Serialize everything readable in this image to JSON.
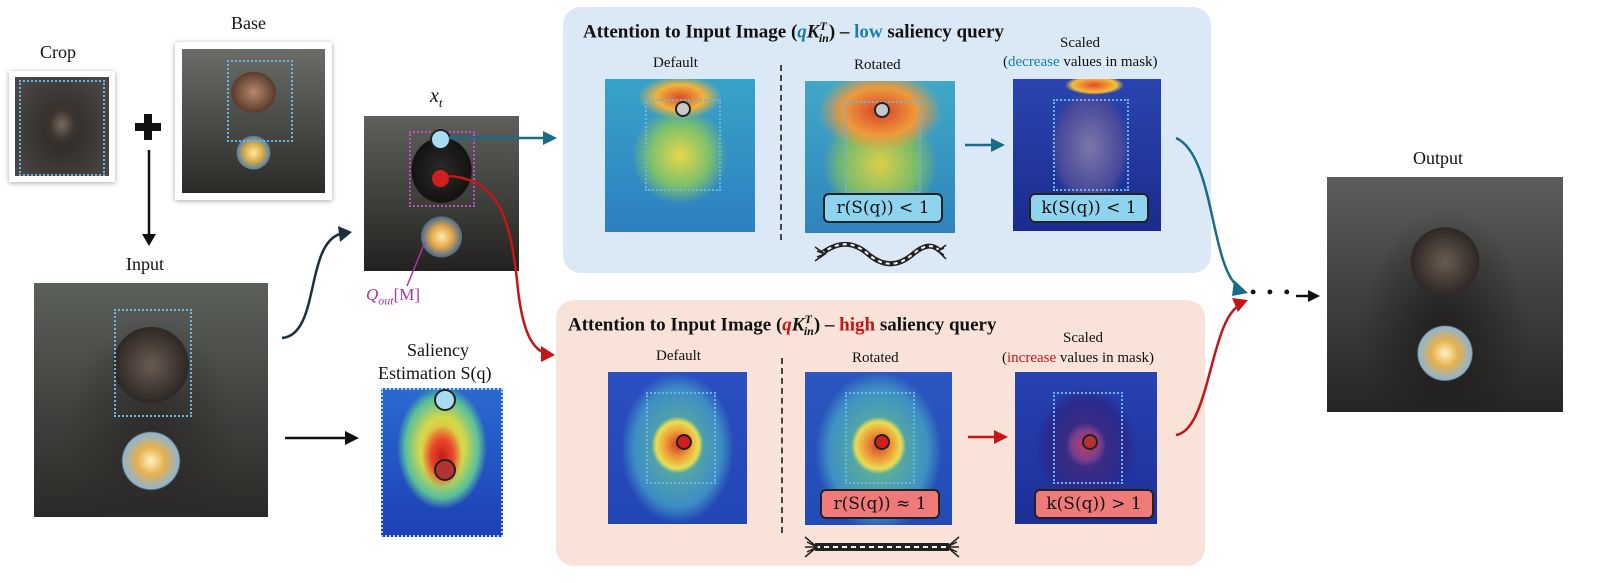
{
  "labels": {
    "crop": "Crop",
    "base": "Base",
    "input": "Input",
    "x_t": "x",
    "x_t_sub": "t",
    "q_out": "Q",
    "q_out_sub": "out",
    "q_out_suffix": "[M]",
    "saliency_line1": "Saliency",
    "saliency_line2": "Estimation S(q)",
    "output": "Output",
    "ellipsis": "• • •"
  },
  "panel_low": {
    "title_prefix": "Attention to Input Image (",
    "title_q": "q",
    "title_k": "K",
    "title_k_sup": "T",
    "title_k_sub": "in",
    "title_mid": ") – ",
    "title_keyword": "low",
    "title_suffix": " saliency query",
    "default_label": "Default",
    "rotated_label": "Rotated",
    "scaled_line1": "Scaled",
    "scaled_open": "(",
    "scaled_keyword": "decrease",
    "scaled_rest": " values in mask)",
    "formula_rotated": "r(S(q)) < 1",
    "formula_scaled": "k(S(q)) < 1"
  },
  "panel_high": {
    "title_prefix": "Attention to Input Image (",
    "title_q": "q",
    "title_k": "K",
    "title_k_sup": "T",
    "title_k_sub": "in",
    "title_mid": ") – ",
    "title_keyword": "high",
    "title_suffix": " saliency query",
    "default_label": "Default",
    "rotated_label": "Rotated",
    "scaled_line1": "Scaled",
    "scaled_open": "(",
    "scaled_keyword": "increase",
    "scaled_rest": " values in mask)",
    "formula_rotated": "r(S(q)) ≈ 1",
    "formula_scaled": "k(S(q)) > 1"
  },
  "icons": {
    "plus": "plus-icon",
    "loose_rope": "loose-rope-icon",
    "tight_rope": "tight-rope-icon"
  },
  "colors": {
    "low_accent": "#1b7ea6",
    "high_accent": "#c41616",
    "low_panel_bg": "#dbe9f6",
    "high_panel_bg": "#f9e3d8",
    "mask_border": "#6ab4e6",
    "query_mask_border": "#c04fc2"
  }
}
